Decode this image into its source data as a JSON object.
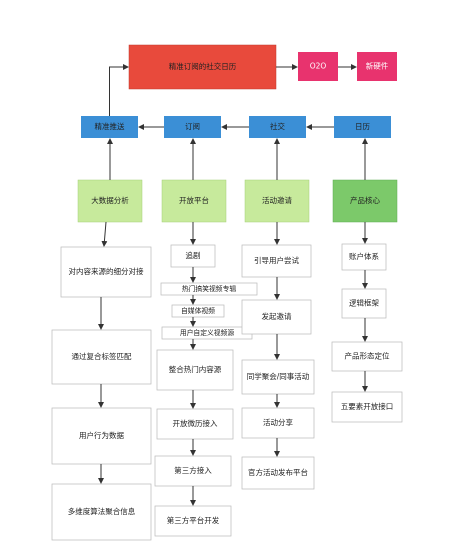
{
  "header": {
    "main_title": "精准订阅的社交日历",
    "o2o": "O2O",
    "hardware": "新硬件"
  },
  "blue_row": {
    "precise_push": "精准推送",
    "subscribe": "订阅",
    "social": "社交",
    "calendar": "日历"
  },
  "green_row": {
    "big_data": "大数据分析",
    "open_platform": "开放平台",
    "event_invite": "活动邀请",
    "product_core": "产品核心"
  },
  "col_bigdata": {
    "items": [
      "对内容来源的细分对接",
      "通过复合标签匹配",
      "用户行为数据",
      "多维度算法聚合信息"
    ]
  },
  "col_open": {
    "items": [
      "追剧",
      "热门搞笑视频专辑",
      "自媒体视频",
      "用户自定义视频源",
      "整合热门内容源",
      "开放微历接入",
      "第三方接入",
      "第三方平台开发"
    ]
  },
  "col_event": {
    "items": [
      "引导用户尝试",
      "发起邀请",
      "同学聚会/同事活动",
      "活动分享",
      "官方活动发布平台"
    ]
  },
  "col_product": {
    "items": [
      "账户体系",
      "逻辑框架",
      "产品形态定位",
      "五要素开放接口"
    ]
  },
  "colors": {
    "red": "#e84a3c",
    "pink": "#e8336e",
    "blue": "#3b8fd6",
    "green_light": "#c7ea9c",
    "green_dark": "#7cc96a",
    "box_border": "#b8b8b8",
    "box_fill": "#ffffff",
    "arrow": "#333333"
  }
}
